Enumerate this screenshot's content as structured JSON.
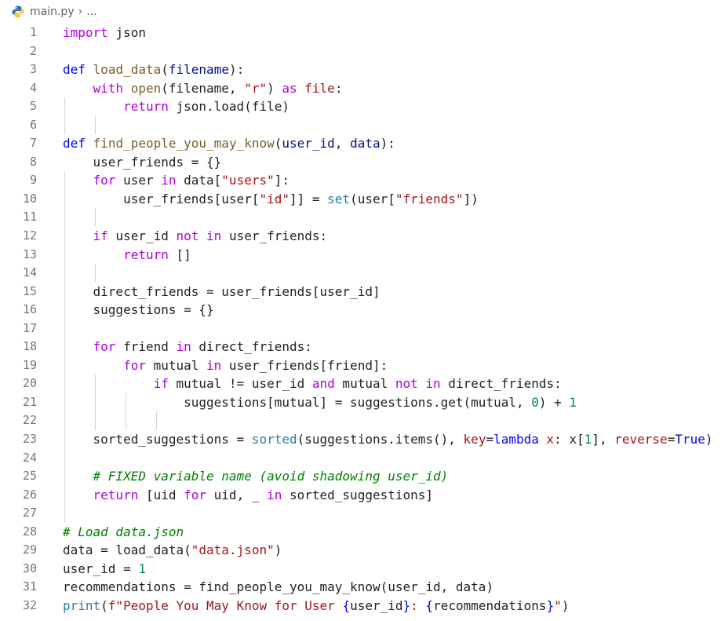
{
  "breadcrumb": {
    "file": "main.py",
    "rest": "..."
  },
  "editor": {
    "line_numbers": [
      "1",
      "2",
      "3",
      "4",
      "5",
      "6",
      "7",
      "8",
      "9",
      "10",
      "11",
      "12",
      "13",
      "14",
      "15",
      "16",
      "17",
      "18",
      "19",
      "20",
      "21",
      "22",
      "23",
      "24",
      "25",
      "26",
      "27",
      "28",
      "29",
      "30",
      "31",
      "32"
    ]
  },
  "colors": {
    "keyword": "#af00db",
    "def_keyword": "#0000ff",
    "function": "#795e26",
    "string": "#a31515",
    "number": "#098658",
    "comment": "#008000"
  }
}
